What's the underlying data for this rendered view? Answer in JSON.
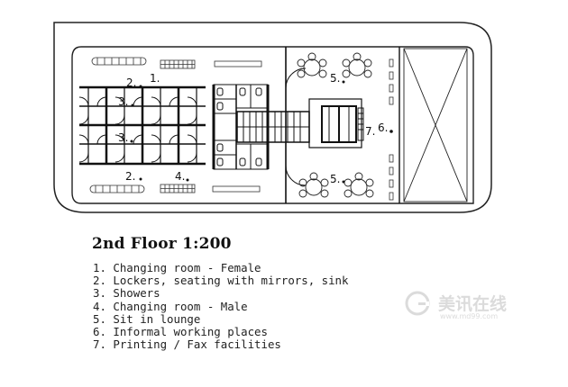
{
  "title": "2nd Floor 1:200",
  "legend": [
    "1. Changing room - Female",
    "2. Lockers, seating with mirrors, sink",
    "3. Showers",
    "4. Changing room - Male",
    "5. Sit in lounge",
    "6. Informal working places",
    "7. Printing / Fax facilities"
  ],
  "plan_labels": {
    "l1": "1.",
    "l2_top": "2.",
    "l2_bottom": "2.",
    "l3_upper": "3.",
    "l3_lower": "3.",
    "l4": "4.",
    "l5_top": "5.",
    "l5_bottom": "5.",
    "l6": "6.",
    "l7": "7."
  },
  "watermark": {
    "text": "美讯在线",
    "url": "www.md99.com"
  }
}
